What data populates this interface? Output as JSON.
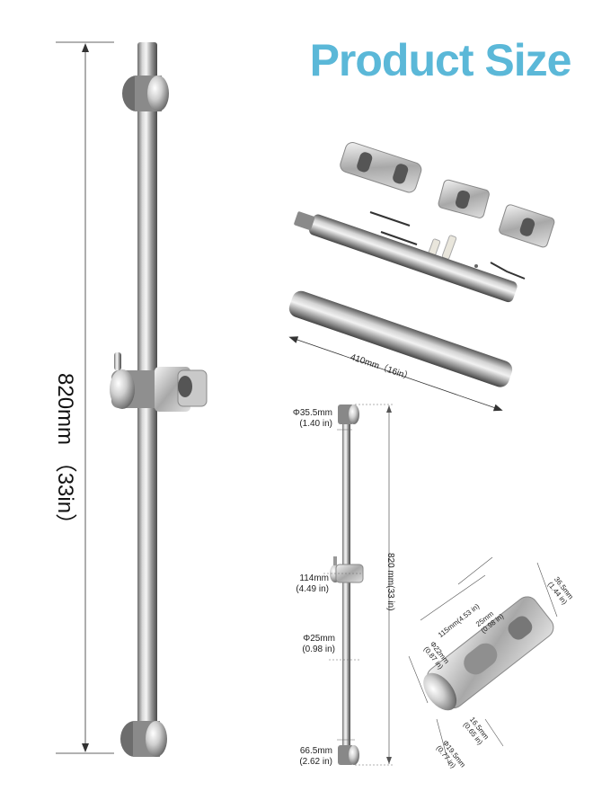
{
  "title": "Product Size",
  "main_length_label": "820mm （33in）",
  "parts_length_label": "410mm（16in）",
  "small_diagram": {
    "top_diameter": [
      "Φ35.5mm",
      "(1.40 in)"
    ],
    "bracket_depth": [
      "114mm",
      "(4.49 in)"
    ],
    "rod_diameter": [
      "Φ25mm",
      "(0.98 in)"
    ],
    "bottom_depth": [
      "66.5mm",
      "(2.62 in)"
    ],
    "total_length": "820 mm(33 in)"
  },
  "bracket_detail": {
    "length": "115mm(4.53 in)",
    "hole_width": [
      "25mm",
      "(0.98 in)"
    ],
    "height": [
      "36.5mm",
      "(1.44 in)"
    ],
    "inner_diameter": [
      "Φ22mm",
      "(0.87 in)"
    ],
    "knob_diameter": [
      "Φ19.5mm",
      "(0.77 in)"
    ],
    "offset": [
      "16.5mm",
      "(0.65 in)"
    ]
  }
}
